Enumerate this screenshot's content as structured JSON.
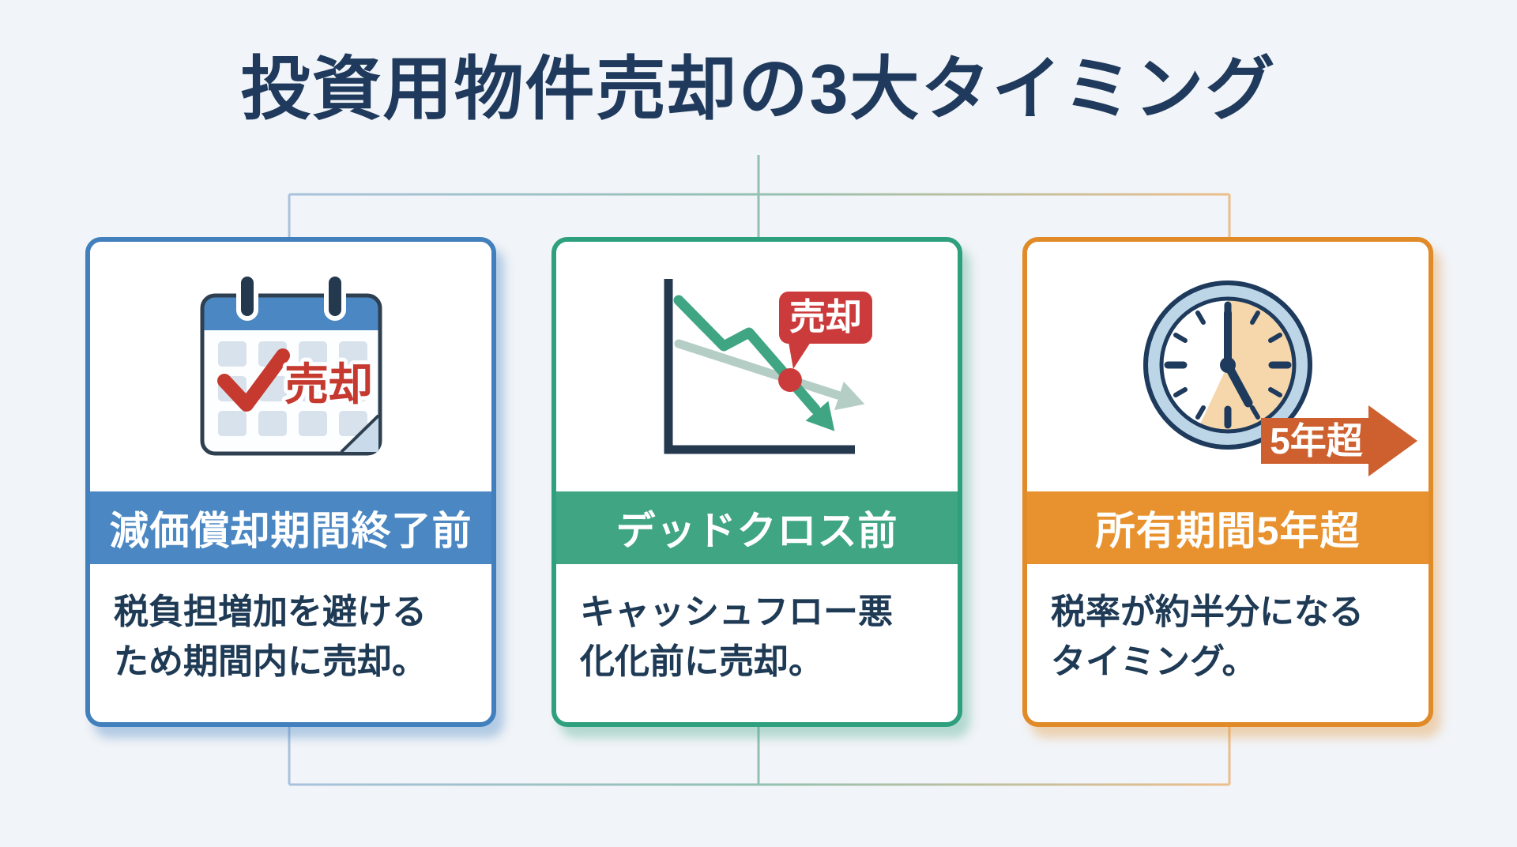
{
  "title": "投資用物件売却の3大タイミング",
  "palette": {
    "background": "#F1F4F8",
    "title_color": "#1F3A5C",
    "body_text_color": "#1E3A55",
    "card_blue": "#4A87C3",
    "card_green": "#3FA583",
    "card_orange": "#E8922F",
    "badge_red": "#CC3B3B",
    "check_red": "#C5392F",
    "arrow_orange": "#CE5F2E",
    "connector_blue": "#A9C2DC",
    "connector_teal": "#93C1B1",
    "connector_orange": "#ECBE8C"
  },
  "cards": [
    {
      "id": "depreciation",
      "icon": "calendar-check-icon",
      "badge": "売却",
      "header": "減価償却期間終了前",
      "body_lines": [
        "税負担増加を避ける",
        "ため期間内に売却。"
      ]
    },
    {
      "id": "dead-cross",
      "icon": "declining-chart-icon",
      "badge": "売却",
      "header": "デッドクロス前",
      "body_lines": [
        "キャッシュフロー悪",
        "化化前に売却。"
      ]
    },
    {
      "id": "five-years",
      "icon": "clock-icon",
      "badge": "5年超",
      "header": "所有期間5年超",
      "body_lines": [
        "税率が約半分になる",
        "タイミング。"
      ]
    }
  ]
}
